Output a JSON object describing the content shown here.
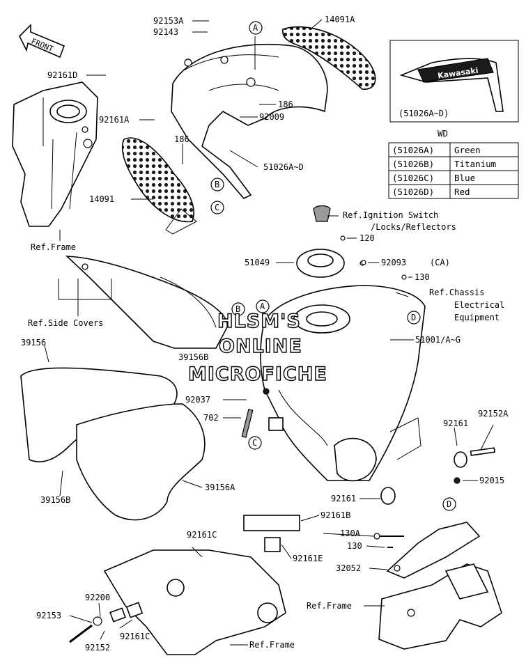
{
  "watermark": {
    "line1": "HLSM'S",
    "line2": "ONLINE",
    "line3": "MICROFICHE"
  },
  "front_label": "FRONT",
  "callouts": [
    "A",
    "A",
    "B",
    "B",
    "C",
    "C",
    "D",
    "D"
  ],
  "labels": {
    "p92153A": "92153A",
    "p92143": "92143",
    "p14091A": "14091A",
    "p92161D": "92161D",
    "p186a": "186",
    "p92161A": "92161A",
    "p92009": "92009",
    "p186b": "186",
    "p51026AD": "51026A~D",
    "p14091": "14091",
    "refFrame1": "Ref.Frame",
    "refIgnition1": "Ref.Ignition Switch",
    "refIgnition2": "/Locks/Reflectors",
    "p120": "120",
    "p51049": "51049",
    "p92093": "92093",
    "p92093ca": "(CA)",
    "p130a": "130",
    "refChassis1": "Ref.Chassis",
    "refChassis2": "Electrical",
    "refChassis3": "Equipment",
    "refSideCovers": "Ref.Side Covers",
    "p39156": "39156",
    "p39156B1": "39156B",
    "p51001": "51001/A~G",
    "p92037": "92037",
    "p702": "702",
    "p92161a": "92161",
    "p92152A": "92152A",
    "p39156B2": "39156B",
    "p39156A": "39156A",
    "p92015": "92015",
    "p92161b": "92161",
    "p92161B": "92161B",
    "p92161C1": "92161C",
    "p130A": "130A",
    "p92161E": "92161E",
    "p130b": "130",
    "p32052": "32052",
    "p92200": "92200",
    "refFrame2": "Ref.Frame",
    "p92153": "92153",
    "p92161C2": "92161C",
    "p92152": "92152",
    "refFrame3": "Ref.Frame"
  },
  "inset": {
    "caption": "(51026A~D)",
    "decal_text": "Kawasaki",
    "table_title": "WD",
    "rows": [
      {
        "code": "(51026A)",
        "color": "Green"
      },
      {
        "code": "(51026B)",
        "color": "Titanium"
      },
      {
        "code": "(51026C)",
        "color": "Blue"
      },
      {
        "code": "(51026D)",
        "color": "Red"
      }
    ]
  }
}
